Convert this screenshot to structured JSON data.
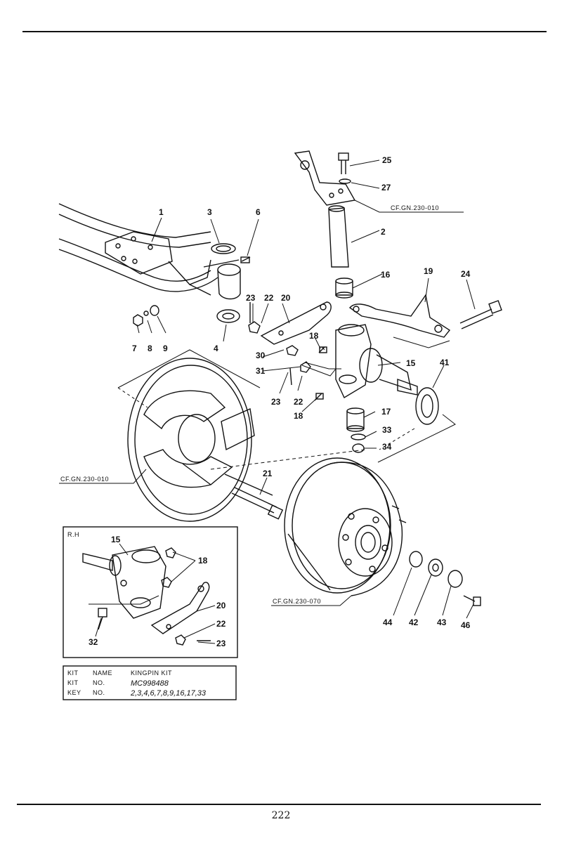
{
  "callouts": [
    "1",
    "2",
    "3",
    "4",
    "6",
    "7",
    "8",
    "9",
    "15",
    "16",
    "17",
    "18",
    "18",
    "19",
    "20",
    "21",
    "22",
    "22",
    "23",
    "23",
    "24",
    "25",
    "27",
    "30",
    "31",
    "33",
    "34",
    "41",
    "42",
    "43",
    "44",
    "46"
  ],
  "inset": {
    "title": "R.H",
    "callouts": [
      "15",
      "18",
      "20",
      "22",
      "23",
      "32"
    ]
  },
  "references": [
    "CF.GN.230-010",
    "CF.GN.230-010",
    "CF.GN.230-070"
  ],
  "kit_table": {
    "rows": [
      {
        "label": "KIT",
        "field": "NAME",
        "value": "KINGPIN KIT"
      },
      {
        "label": "KIT",
        "field": "NO.",
        "value": "MC998488"
      },
      {
        "label": "KEY",
        "field": "NO.",
        "value": "2,3,4,6,7,8,9,16,17,33"
      }
    ]
  },
  "page_number": "222"
}
